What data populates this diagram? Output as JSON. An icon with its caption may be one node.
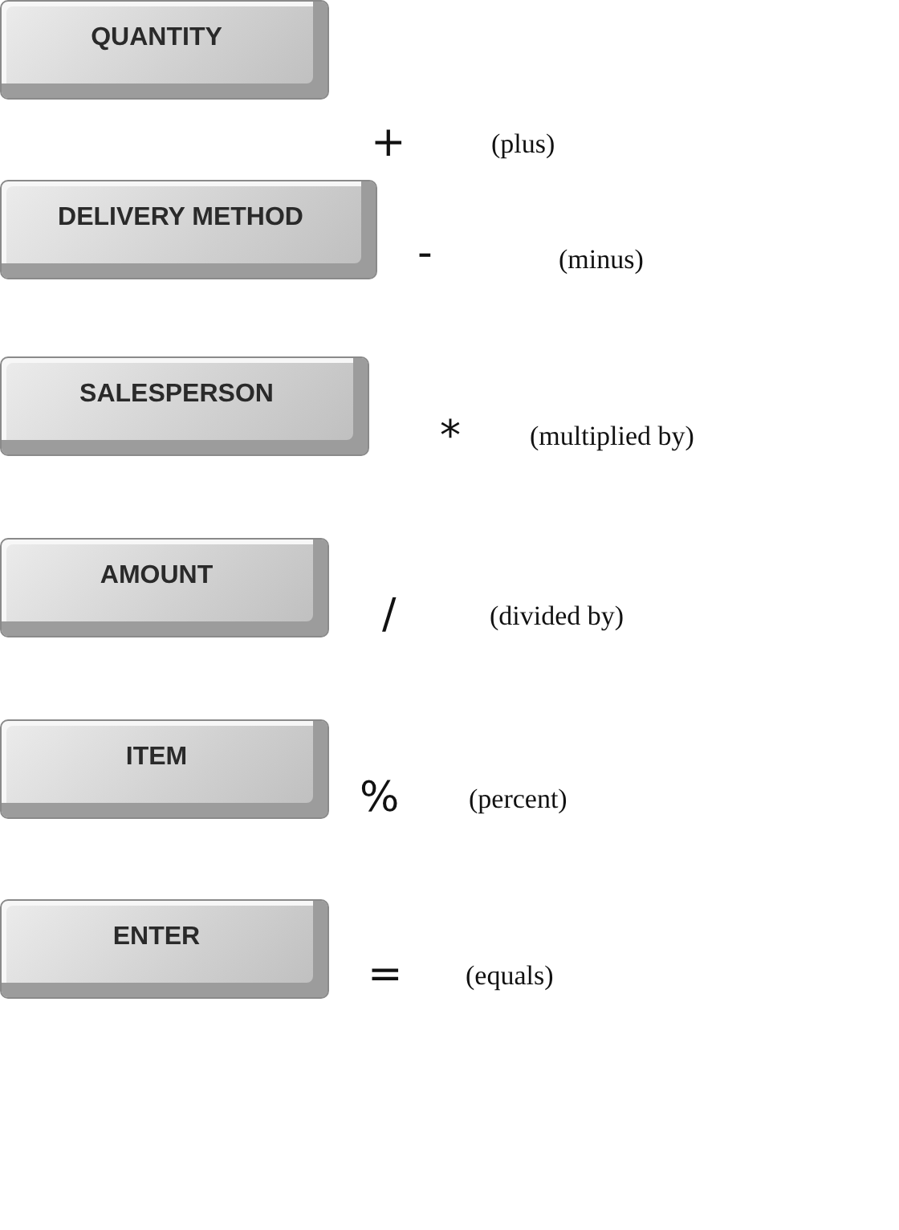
{
  "diagram": {
    "nodes": [
      {
        "text": [
          "QUANTITY"
        ]
      },
      {
        "text": [
          "DELIVERY METHOD"
        ]
      },
      {
        "text": [
          "SALESPERSON"
        ]
      },
      {
        "text": [
          "AMOUNT"
        ]
      },
      {
        "text": [
          "ITEM"
        ]
      },
      {
        "text": [
          "ENTER"
        ]
      }
    ],
    "labels": [
      "+",
      "(plus)",
      "-",
      "(minus)",
      "*",
      "(multiplied by)",
      "/",
      "(divided by)",
      "%",
      "(percent)",
      "=",
      "(equals)"
    ]
  }
}
